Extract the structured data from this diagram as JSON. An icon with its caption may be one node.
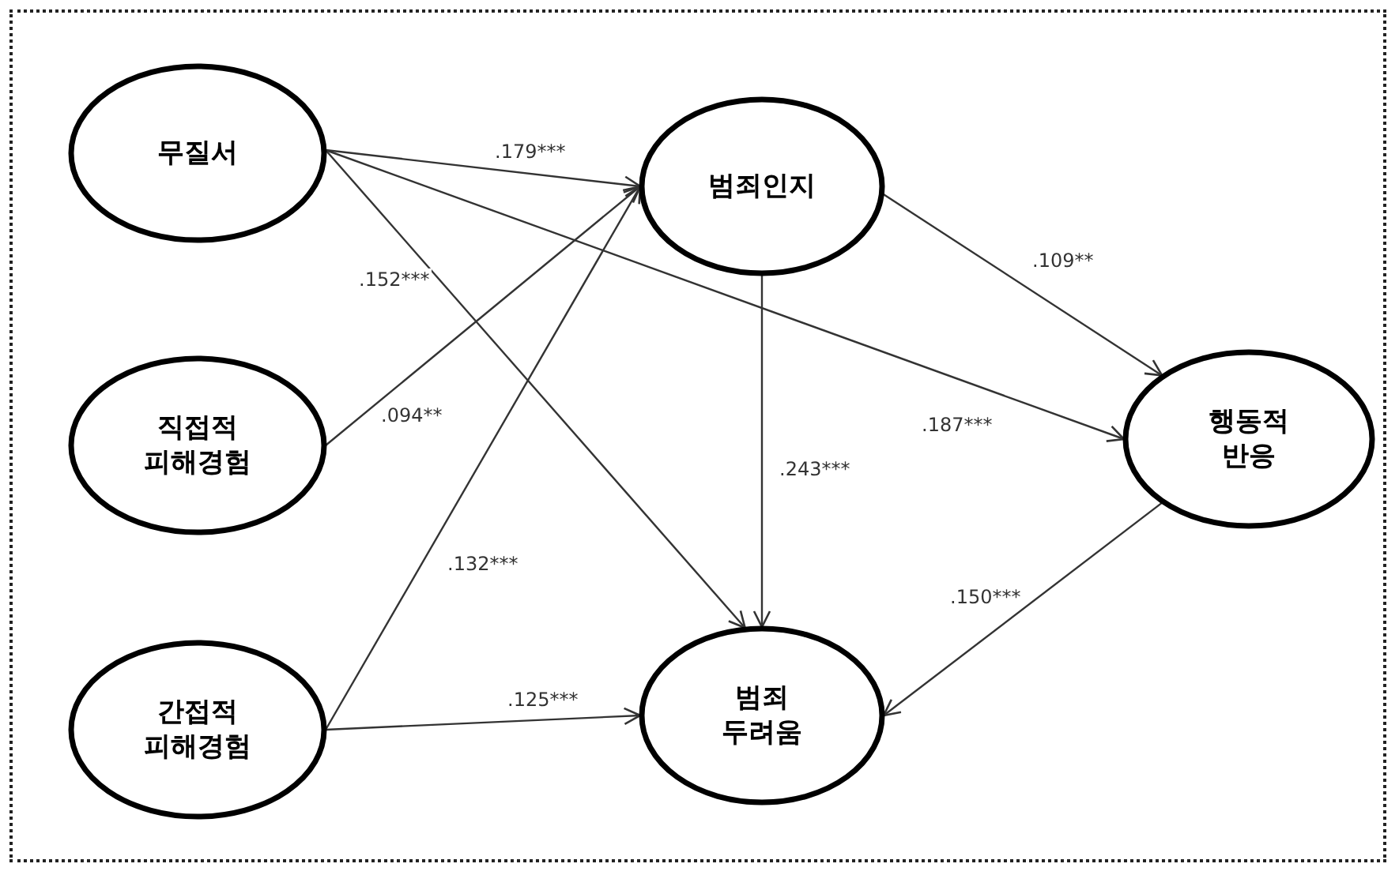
{
  "diagram": {
    "nodes": [
      {
        "text": [
          "무질서"
        ]
      },
      {
        "text": [
          "직접적 피해경험"
        ]
      },
      {
        "text": [
          "간접적 피해경험"
        ]
      },
      {
        "text": [
          "범죄인지"
        ]
      },
      {
        "text": [
          "범죄 두려움"
        ]
      },
      {
        "text": [
          "행동적 반응"
        ]
      }
    ],
    "edges": [
      {
        "from": 0,
        "to": 3,
        "arrow": "to",
        "label": ".179***"
      },
      {
        "from": 0,
        "to": 4,
        "arrow": "to",
        "label": ".152***"
      },
      {
        "from": 0,
        "to": 5,
        "arrow": "to",
        "label": ".187***"
      },
      {
        "from": 1,
        "to": 3,
        "arrow": "to",
        "label": ".094**"
      },
      {
        "from": 2,
        "to": 3,
        "arrow": "to",
        "label": ".132***"
      },
      {
        "from": 2,
        "to": 4,
        "arrow": "to",
        "label": ".125***"
      },
      {
        "from": 3,
        "to": 4,
        "arrow": "to",
        "label": ".243***"
      },
      {
        "from": 3,
        "to": 5,
        "arrow": "to",
        "label": ".109**"
      },
      {
        "from": 5,
        "to": 4,
        "arrow": "to",
        "label": ".150***"
      }
    ]
  }
}
